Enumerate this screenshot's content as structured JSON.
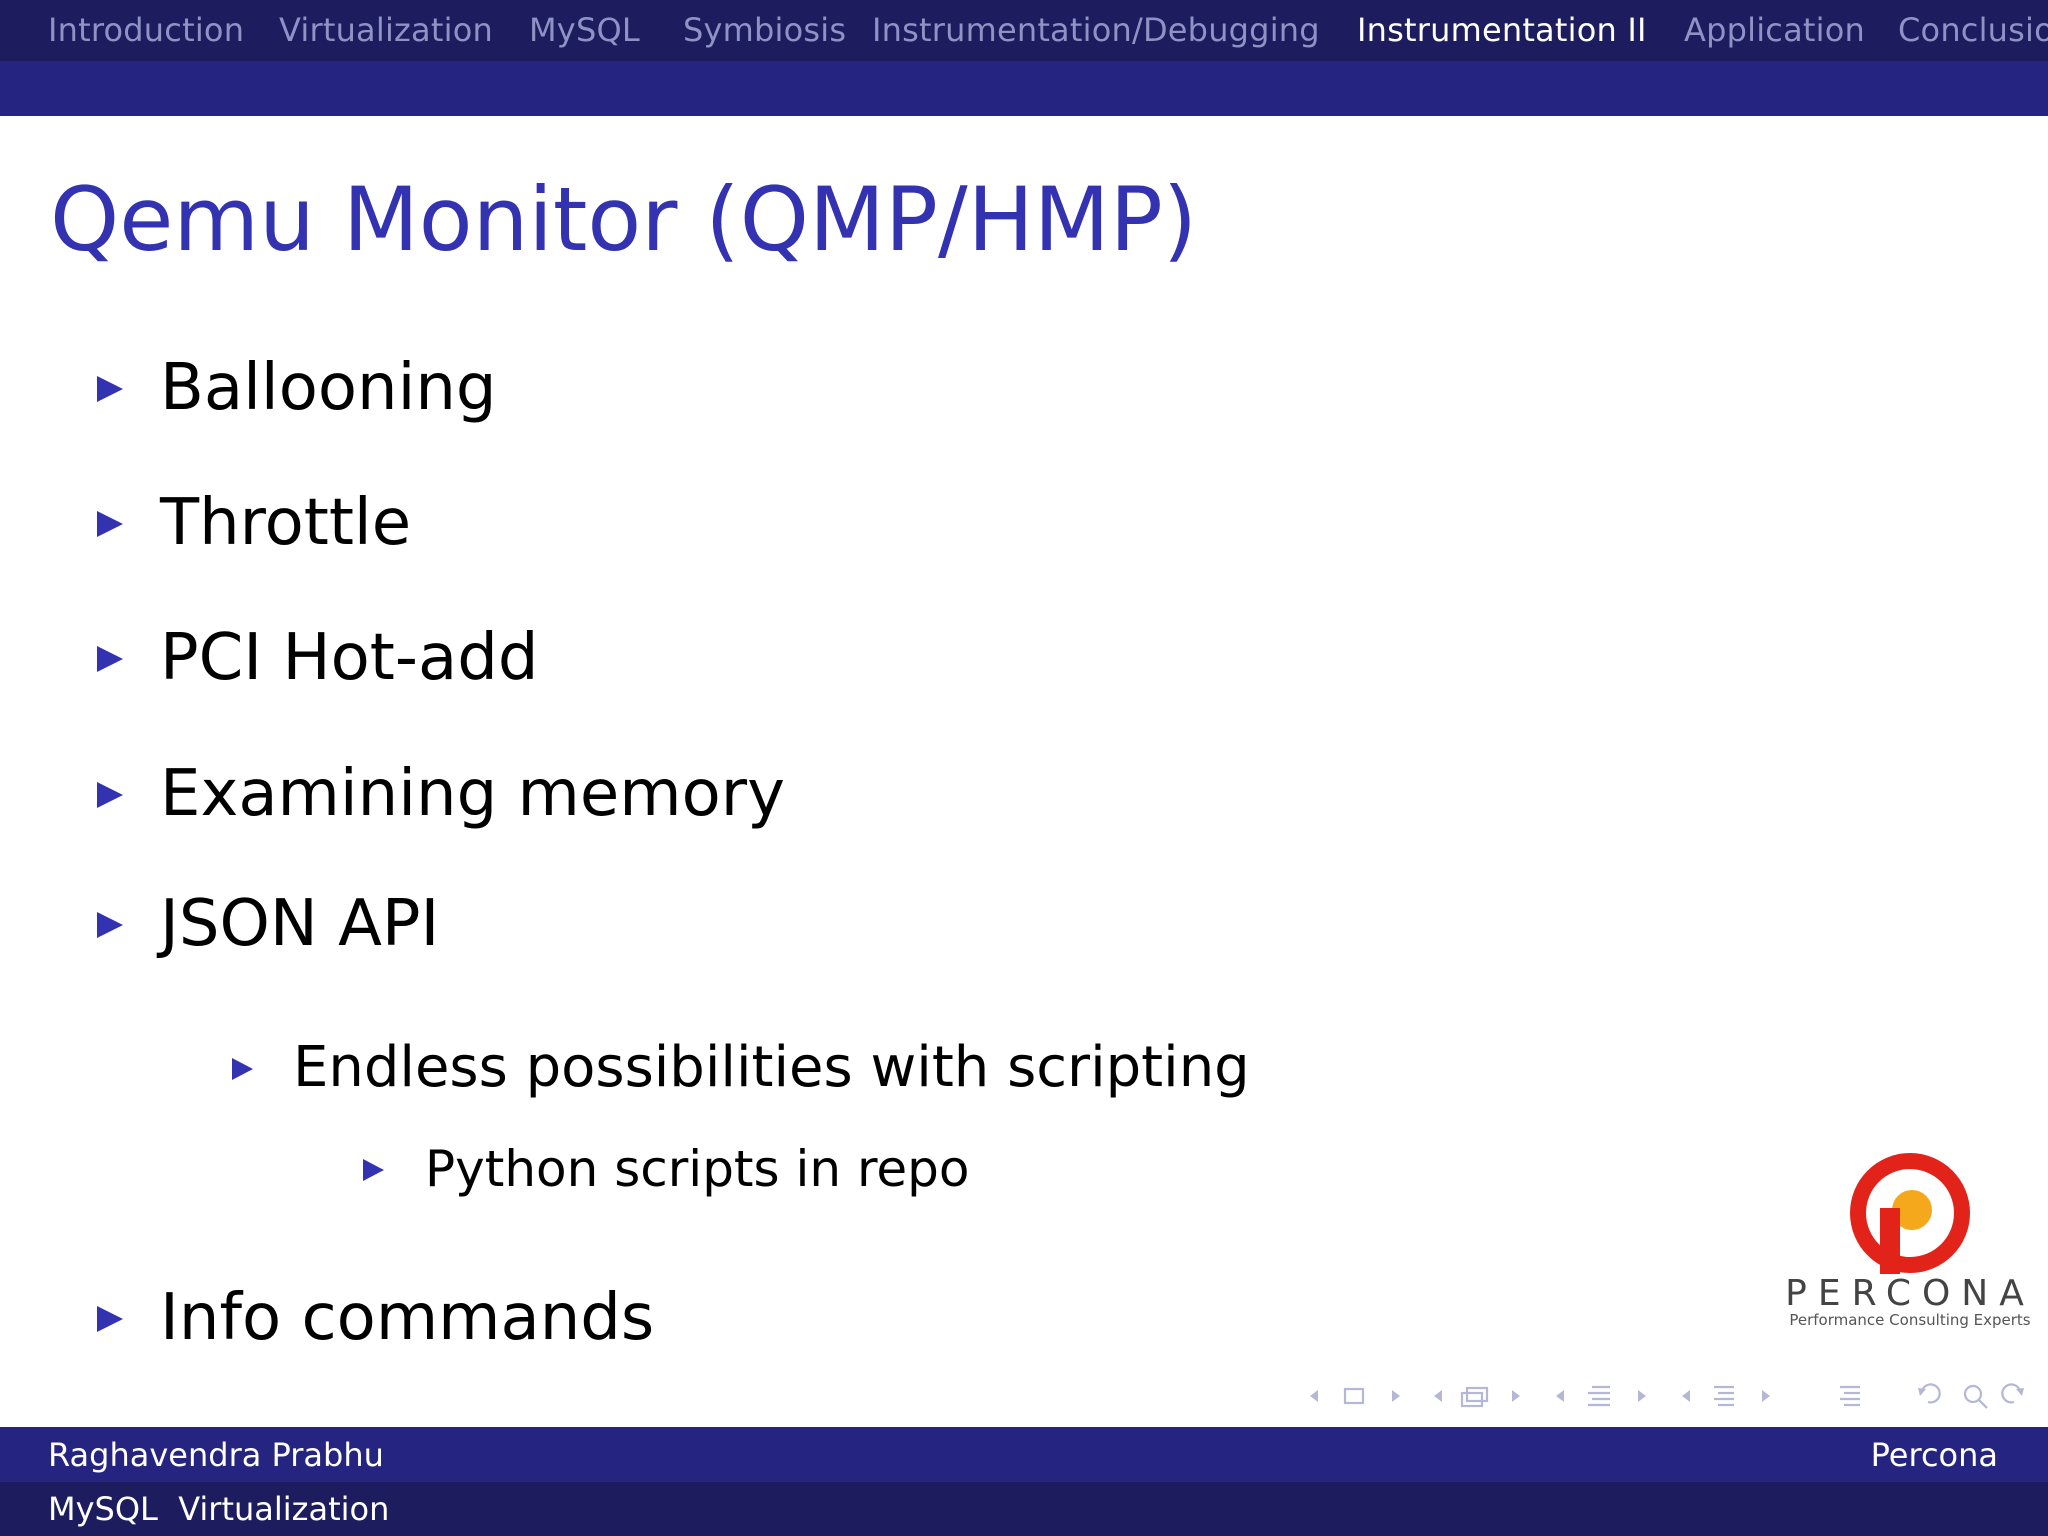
{
  "nav": {
    "items": [
      {
        "label": "Introduction",
        "active": false
      },
      {
        "label": "Virtualization",
        "active": false
      },
      {
        "label": "MySQL",
        "active": false
      },
      {
        "label": "Symbiosis",
        "active": false
      },
      {
        "label": "Instrumentation/Debugging",
        "active": false
      },
      {
        "label": "Instrumentation II",
        "active": true
      },
      {
        "label": "Application",
        "active": false
      },
      {
        "label": "Conclusio",
        "active": false
      }
    ]
  },
  "slide": {
    "title": "Qemu Monitor (QMP/HMP)",
    "bullets": [
      {
        "text": "Ballooning",
        "level": 1
      },
      {
        "text": "Throttle",
        "level": 1
      },
      {
        "text": "PCI Hot-add",
        "level": 1
      },
      {
        "text": "Examining memory",
        "level": 1
      },
      {
        "text": "JSON API",
        "level": 1
      },
      {
        "text": "Endless possibilities with scripting",
        "level": 2
      },
      {
        "text": "Python scripts in repo",
        "level": 3
      },
      {
        "text": "Info commands",
        "level": 1
      }
    ]
  },
  "logo": {
    "word": "PERCONA",
    "tagline": "Performance Consulting Experts"
  },
  "footer": {
    "author": "Raghavendra Prabhu",
    "institute": "Percona",
    "short_title": "MySQL  Virtualization"
  },
  "colors": {
    "accent": "#3333b2",
    "nav_dark": "#1c1c5e",
    "nav_light": "#252581",
    "logo_red": "#e2231a",
    "logo_orange": "#f5a81c"
  }
}
